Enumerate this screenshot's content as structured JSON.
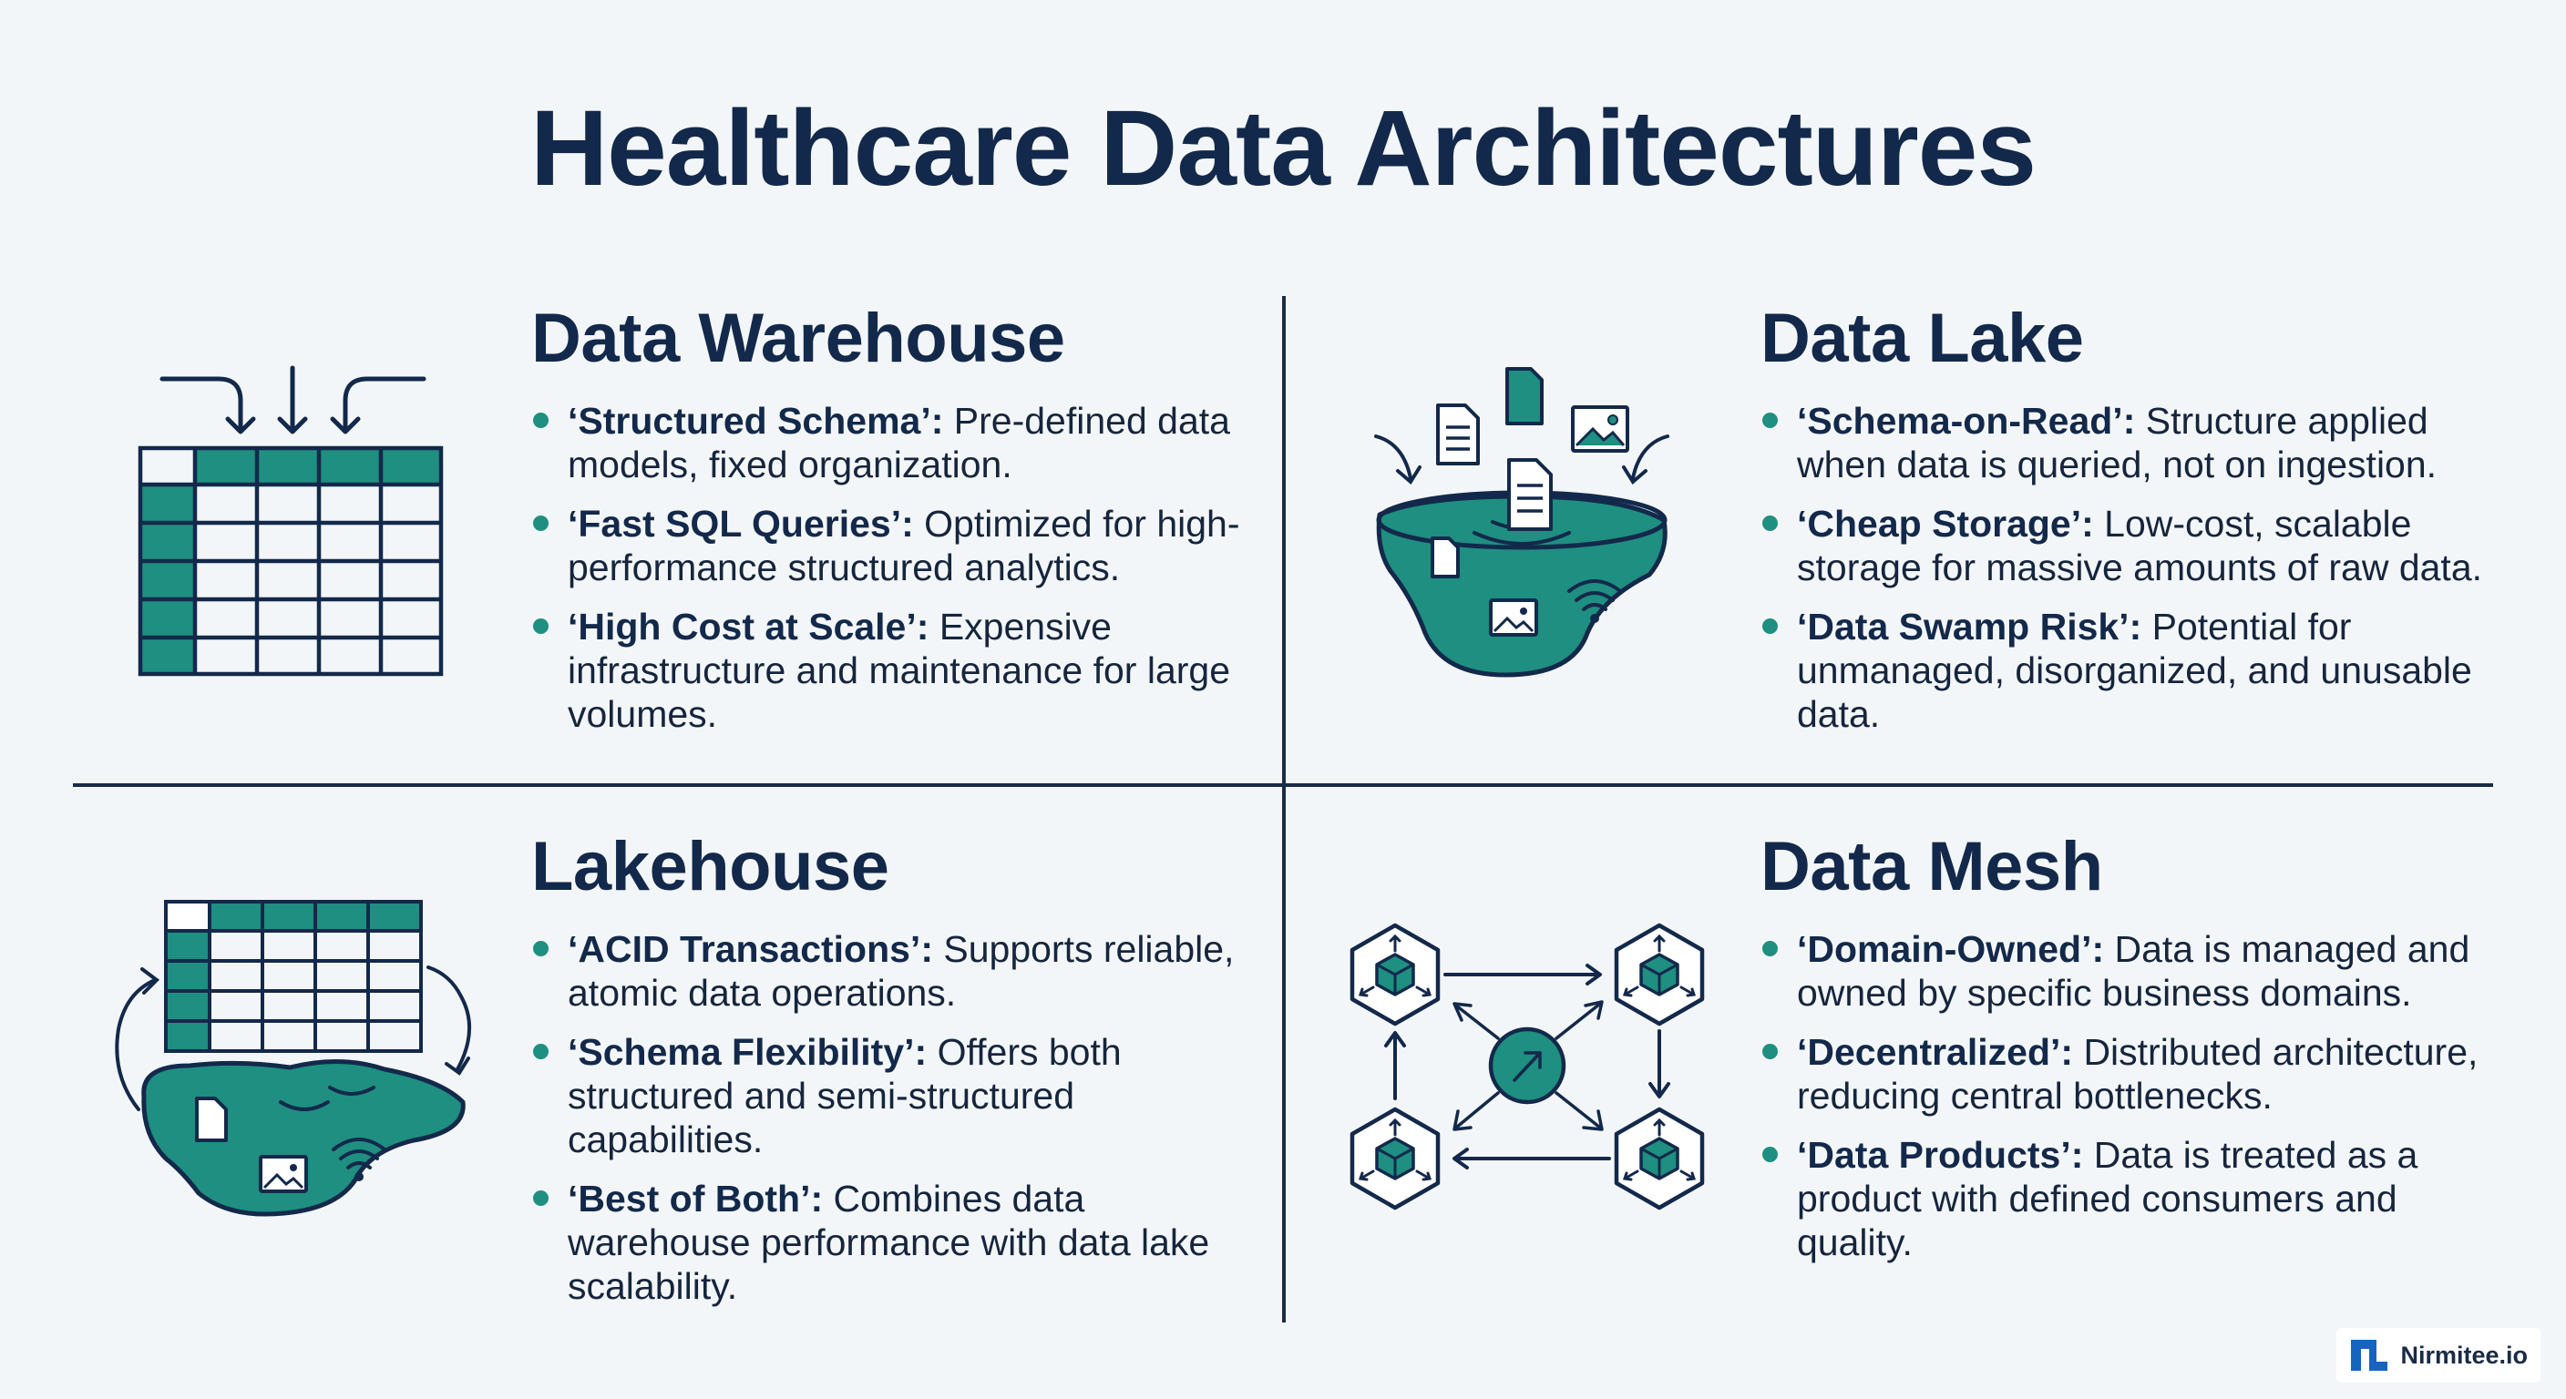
{
  "title": "Healthcare Data Architectures",
  "sections": [
    {
      "heading": "Data Warehouse",
      "items": [
        {
          "term": "‘Structured Schema’:",
          "desc": " Pre-defined data models, fixed organization."
        },
        {
          "term": "‘Fast SQL Queries’:",
          "desc": " Optimized for high-performance structured analytics."
        },
        {
          "term": "‘High Cost at Scale’:",
          "desc": " Expensive infrastructure and maintenance for large volumes."
        }
      ]
    },
    {
      "heading": "Data Lake",
      "items": [
        {
          "term": "‘Schema-on-Read’:",
          "desc": " Structure applied when data is queried, not on ingestion."
        },
        {
          "term": "‘Cheap Storage’:",
          "desc": " Low-cost, scalable storage for massive amounts of raw data."
        },
        {
          "term": "‘Data Swamp Risk’:",
          "desc": " Potential for unmanaged, disorganized, and unusable data."
        }
      ]
    },
    {
      "heading": "Lakehouse",
      "items": [
        {
          "term": "‘ACID Transactions’:",
          "desc": " Supports reliable, atomic data operations."
        },
        {
          "term": "‘Schema Flexibility’:",
          "desc": " Offers both structured and semi-structured capabilities."
        },
        {
          "term": "‘Best of Both’:",
          "desc": " Combines data warehouse performance with data lake scalability."
        }
      ]
    },
    {
      "heading": "Data Mesh",
      "items": [
        {
          "term": "‘Domain-Owned’:",
          "desc": " Data is managed and owned by specific business domains."
        },
        {
          "term": "‘Decentralized’:",
          "desc": " Distributed architecture, reducing central bottlenecks."
        },
        {
          "term": "‘Data Products’:",
          "desc": " Data is treated as a product with defined consumers and quality."
        }
      ]
    }
  ],
  "logo": {
    "text": "Nirmitee.io"
  },
  "colors": {
    "navy": "#13294b",
    "teal": "#1e8f80"
  },
  "icons": [
    "warehouse-table-icon",
    "data-lake-icon",
    "lakehouse-icon",
    "data-mesh-icon",
    "nirmitee-logo-icon"
  ]
}
